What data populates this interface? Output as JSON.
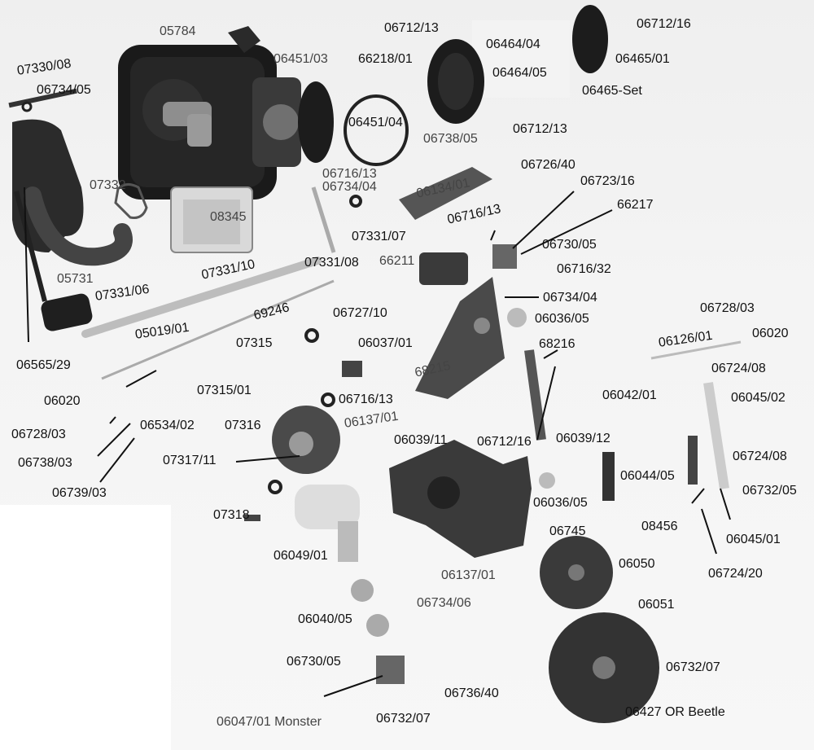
{
  "diagram": {
    "labels": {
      "l05784": "05784",
      "l06451_03": "06451/03",
      "l06712_13a": "06712/13",
      "l66218_01": "66218/01",
      "l06464_04": "06464/04",
      "l06464_05": "06464/05",
      "l06712_16a": "06712/16",
      "l06465_01": "06465/01",
      "l06465_set": "06465-Set",
      "l07330_08": "07330/08",
      "l06734_05": "06734/05",
      "l06451_04": "06451/04",
      "l06738_05": "06738/05",
      "l06712_13b": "06712/13",
      "l07332": "07332",
      "l06716_13a": "06716/13",
      "l06734_04a": "06734/04",
      "l06726_40": "06726/40",
      "l06723_16": "06723/16",
      "l06134_01": "06134/01",
      "l66217": "66217",
      "l08345": "08345",
      "l06716_13b": "06716/13",
      "l07331_07": "07331/07",
      "l06730_05a": "06730/05",
      "l66211": "66211",
      "l06716_32": "06716/32",
      "l05731": "05731",
      "l07331_10": "07331/10",
      "l07331_08": "07331/08",
      "l07331_06": "07331/06",
      "l06734_04b": "06734/04",
      "l69246": "69246",
      "l06727_10": "06727/10",
      "l06036_05a": "06036/05",
      "l06728_03a": "06728/03",
      "l06020a": "06020",
      "l05019_01": "05019/01",
      "l07315": "07315",
      "l06037_01": "06037/01",
      "l68216": "68216",
      "l06126_01": "06126/01",
      "l06565_29": "06565/29",
      "l68215": "68215",
      "l06724_08a": "06724/08",
      "l07315_01": "07315/01",
      "l06716_13c": "06716/13",
      "l06042_01": "06042/01",
      "l06045_02": "06045/02",
      "l06020b": "06020",
      "l06534_02": "06534/02",
      "l07316": "07316",
      "l06137_01a": "06137/01",
      "l06728_03b": "06728/03",
      "l06039_11": "06039/11",
      "l06712_16b": "06712/16",
      "l06039_12": "06039/12",
      "l06724_08b": "06724/08",
      "l07317_11": "07317/11",
      "l06738_03": "06738/03",
      "l06044_05": "06044/05",
      "l06739_03": "06739/03",
      "l06732_05a": "06732/05",
      "l06036_05b": "06036/05",
      "l07318": "07318",
      "l08456": "08456",
      "l06745": "06745",
      "l06045_01": "06045/01",
      "l06049_01": "06049/01",
      "l06050": "06050",
      "l06724_20": "06724/20",
      "l06137_01b": "06137/01",
      "l06734_06": "06734/06",
      "l06051": "06051",
      "l06040_05": "06040/05",
      "l06730_05b": "06730/05",
      "l06732_07a": "06732/07",
      "l06736_40": "06736/40",
      "l06047_01": "06047/01 Monster",
      "l06732_07b": "06732/07",
      "l06427": "06427 OR Beetle"
    }
  }
}
